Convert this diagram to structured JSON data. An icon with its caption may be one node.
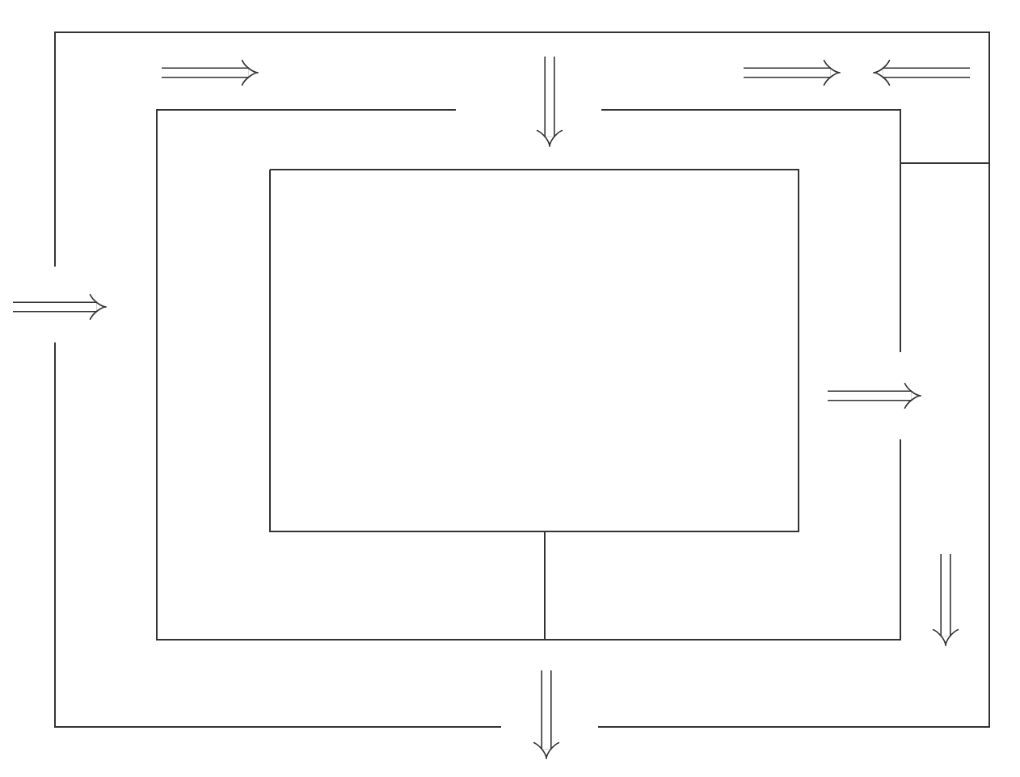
{
  "diagram": {
    "nodes": [
      {
        "text": [],
        "shape": "box"
      },
      {
        "text": [],
        "shape": "box",
        "in": 0
      },
      {
        "text": [],
        "shape": "box",
        "in": 1
      }
    ],
    "edges": [
      {
        "from": 2,
        "to": 1,
        "arrow": "none"
      },
      {
        "from": 1,
        "to": 0,
        "arrow": "none"
      }
    ]
  }
}
